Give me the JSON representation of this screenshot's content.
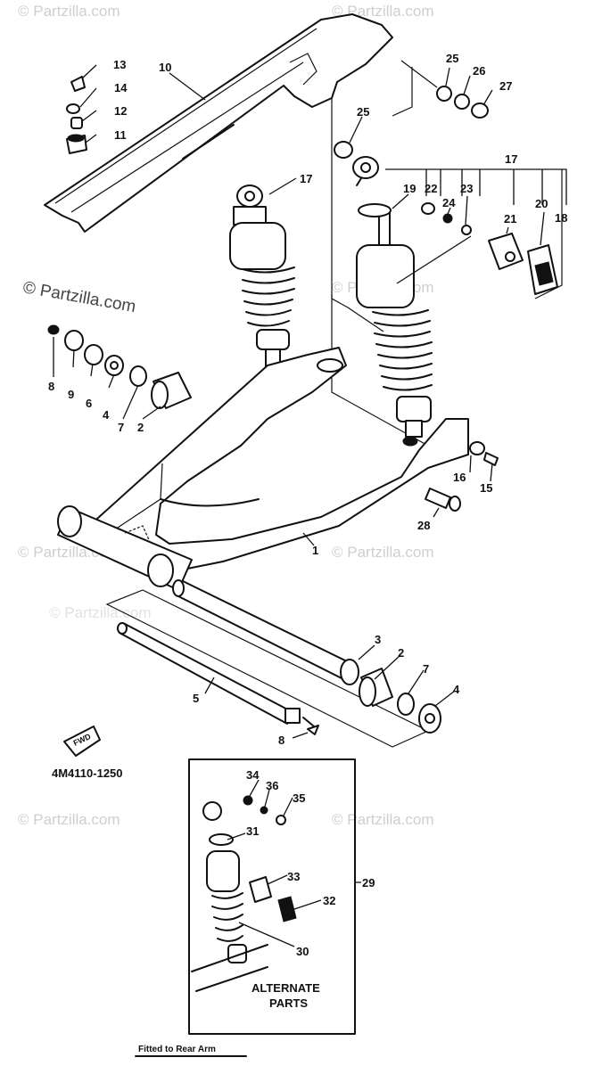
{
  "watermarks": [
    "© Partzilla.com",
    "© Partzilla.com",
    "© Partzilla.com",
    "© Partzilla.com",
    "© Partzilla.com",
    "© Partzilla.com",
    "© Partzilla.com",
    "© Partzilla.com",
    "© Partzilla.com"
  ],
  "callouts": {
    "c1": "1",
    "c2a": "2",
    "c2b": "2",
    "c3": "3",
    "c4a": "4",
    "c4b": "4",
    "c5": "5",
    "c6": "6",
    "c7a": "7",
    "c7b": "7",
    "c8a": "8",
    "c8b": "8",
    "c9": "9",
    "c10": "10",
    "c11": "11",
    "c12": "12",
    "c13": "13",
    "c14": "14",
    "c15": "15",
    "c16": "16",
    "c17a": "17",
    "c17b": "17",
    "c18": "18",
    "c19": "19",
    "c20": "20",
    "c21": "21",
    "c22": "22",
    "c23": "23",
    "c24": "24",
    "c25a": "25",
    "c25b": "25",
    "c26": "26",
    "c27": "27",
    "c28": "28",
    "c29": "29",
    "c30": "30",
    "c31": "31",
    "c32": "32",
    "c33": "33",
    "c34": "34",
    "c35": "35",
    "c36": "36"
  },
  "fwd_label": "FWD",
  "diagram_code": "4M4110-1250",
  "alternate_parts": [
    "ALTERNATE",
    "PARTS"
  ],
  "footnote": "Fitted to Rear Arm"
}
